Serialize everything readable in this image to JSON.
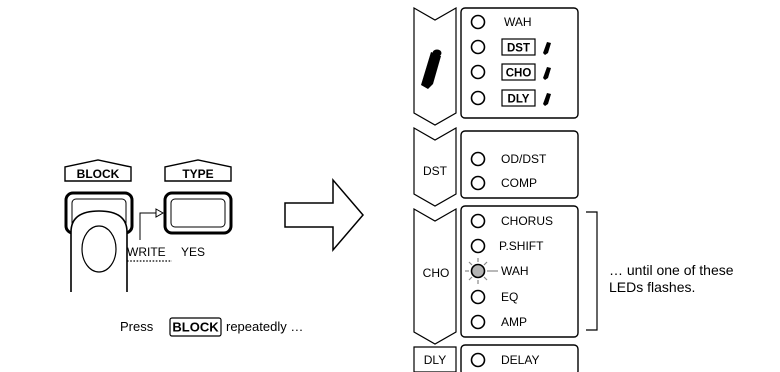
{
  "left_panel": {
    "block_label": "BLOCK",
    "type_label": "TYPE",
    "write_label": "WRITE",
    "yes_label": "YES",
    "caption": {
      "prefix": "Press",
      "key": "BLOCK",
      "suffix": "repeatedly …"
    }
  },
  "right_panel": {
    "blocks": [
      {
        "id": "pedal",
        "side_label": "",
        "leds": [
          {
            "label": "WAH",
            "boxed": false,
            "pedal_icon": false,
            "flashing": false
          },
          {
            "label": "DST",
            "boxed": true,
            "pedal_icon": true,
            "flashing": false
          },
          {
            "label": "CHO",
            "boxed": true,
            "pedal_icon": true,
            "flashing": false
          },
          {
            "label": "DLY",
            "boxed": true,
            "pedal_icon": true,
            "flashing": false
          }
        ]
      },
      {
        "id": "dst",
        "side_label": "DST",
        "leds": [
          {
            "label": "OD/DST",
            "flashing": false
          },
          {
            "label": "COMP",
            "flashing": false
          }
        ]
      },
      {
        "id": "cho",
        "side_label": "CHO",
        "leds": [
          {
            "label": "CHORUS",
            "flashing": false
          },
          {
            "label": "P.SHIFT",
            "flashing": false
          },
          {
            "label": "WAH",
            "flashing": true
          },
          {
            "label": "EQ",
            "flashing": false
          },
          {
            "label": "AMP",
            "flashing": false
          }
        ]
      },
      {
        "id": "dly",
        "side_label": "DLY",
        "leds": [
          {
            "label": "DELAY",
            "flashing": false
          }
        ]
      }
    ],
    "note_lines": [
      "… until one of these",
      "LEDs flashes."
    ]
  },
  "colors": {
    "ink": "#000000",
    "flash_led": "#b4b4b4",
    "flash_rays": "#888888"
  }
}
